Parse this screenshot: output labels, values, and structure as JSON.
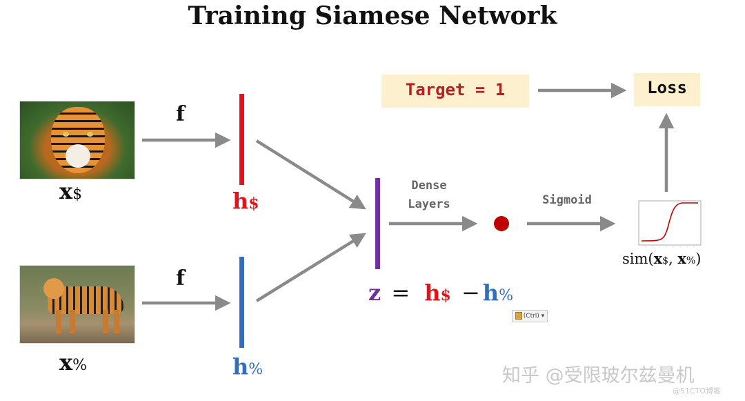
{
  "title": "Training Siamese Network",
  "inputs": {
    "x1_var": "x",
    "x1_sub": "$",
    "x2_var": "x",
    "x2_sub": "%"
  },
  "f_label_top": "f",
  "f_label_bottom": "f",
  "h1": {
    "var": "h",
    "sub": "$",
    "color": "#e0141a"
  },
  "h2": {
    "var": "h",
    "sub": "%",
    "color": "#2f6fbd"
  },
  "z_color": "#7030a0",
  "z_expr": {
    "z": "z",
    "eq": "=",
    "h1": "h",
    "h1_sub": "$",
    "minus": "−",
    "h2": "h",
    "h2_sub": "%"
  },
  "dense_layers_line1": "Dense",
  "dense_layers_line2": "Layers",
  "sigmoid_label": "Sigmoid",
  "target_label": "Target = 1",
  "loss_label": "Loss",
  "sim_label": {
    "prefix": "sim(",
    "x1": "x",
    "x1_sub": "$",
    "comma": ", ",
    "x2": "x",
    "x2_sub": "%",
    "suffix": ")"
  },
  "paste_button": "(Ctrl) ▾",
  "watermark_main": "知乎 @受限玻尔兹曼机",
  "watermark_small": "@51CTO博客",
  "colors": {
    "arrow": "#8a8a8a",
    "dot": "#c00000",
    "target_text": "#b22222",
    "sigmoid_curve": "#c00000"
  }
}
